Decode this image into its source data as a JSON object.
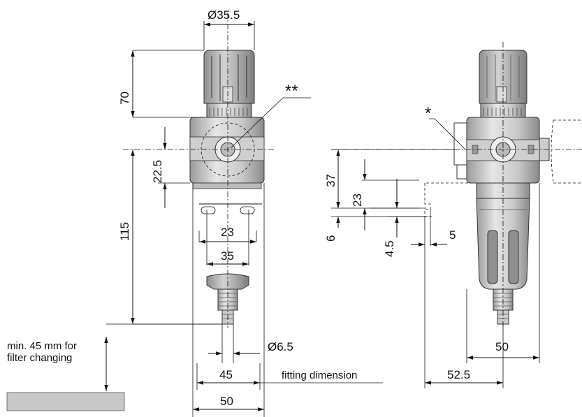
{
  "left_view": {
    "dim_top_diameter": "Ø35.5",
    "dim_knob_height": "70",
    "dim_port_offset": "22.5",
    "dim_bottom_height": "115",
    "dim_mount_spacing": "23",
    "dim_mount_width": "35",
    "dim_hose_diameter": "Ø6.5",
    "dim_fitting": "45",
    "label_fitting": "fitting dimension",
    "dim_width": "50",
    "mark_gauge_port": "**",
    "note_line1": "min. 45 mm for",
    "note_line2": "filter changing"
  },
  "right_view": {
    "mark_bracket": "*",
    "dim_37": "37",
    "dim_23": "23",
    "dim_6": "6",
    "dim_4_5": "4.5",
    "dim_5": "5",
    "dim_50": "50",
    "dim_52_5": "52.5"
  },
  "colors": {
    "body_light": "#dedede",
    "body_mid": "#b9b9b9",
    "body_dark": "#8c8c8c",
    "line": "#111111",
    "floor": "#c8c8c8"
  }
}
